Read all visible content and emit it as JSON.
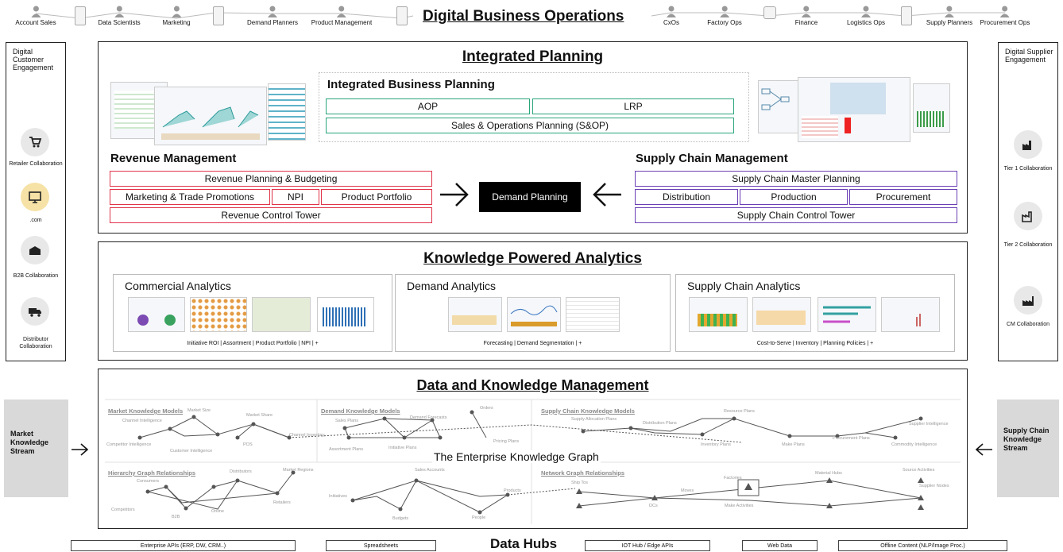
{
  "top_title": "Digital Business Operations",
  "personas_left": [
    "Account Sales",
    "Data Scientists",
    "Marketing",
    "Demand Planners",
    "Product Management"
  ],
  "personas_right": [
    "CxOs",
    "Factory Ops",
    "Finance",
    "Logistics Ops",
    "Supply Planners",
    "Procurement Ops"
  ],
  "left_side": {
    "title": "Digital Customer Engagement",
    "items": [
      "Retailer Collaboration",
      ".com",
      "B2B Collaboration",
      "Distributor Collaboration"
    ]
  },
  "right_side": {
    "title": "Digital Supplier Engagement",
    "items": [
      "Tier 1 Collaboration",
      "Tier 2 Collaboration",
      "CM Collaboration"
    ]
  },
  "integrated": {
    "title": "Integrated Planning",
    "ibp": {
      "title": "Integrated Business Planning",
      "aop": "AOP",
      "lrp": "LRP",
      "sop": "Sales & Operations Planning (S&OP)"
    },
    "revenue": {
      "title": "Revenue Management",
      "budgeting": "Revenue Planning & Budgeting",
      "trade": "Marketing & Trade Promotions",
      "npi": "NPI",
      "portfolio": "Product Portfolio",
      "control": "Revenue Control Tower"
    },
    "demand": "Demand Planning",
    "supply": {
      "title": "Supply Chain Management",
      "master": "Supply Chain Master Planning",
      "distribution": "Distribution",
      "production": "Production",
      "procurement": "Procurement",
      "control": "Supply Chain Control Tower"
    }
  },
  "analytics": {
    "title": "Knowledge Powered Analytics",
    "commercial": {
      "title": "Commercial Analytics",
      "foot": "Initiative ROI | Assortment | Product Portfolio | NPI | +"
    },
    "demand": {
      "title": "Demand Analytics",
      "foot": "Forecasting | Demand Segmentation | +"
    },
    "supply": {
      "title": "Supply Chain Analytics",
      "foot": "Cost-to-Serve | Inventory | Planning Policies | +"
    }
  },
  "dkm": {
    "title": "Data and Knowledge Management",
    "market_models": "Market Knowledge Models",
    "demand_models": "Demand Knowledge Models",
    "supply_models": "Supply Chain Knowledge Models",
    "hierarchy": "Hierarchy Graph Relationships",
    "network": "Network Graph Relationships",
    "center": "The Enterprise Knowledge Graph",
    "market_nodes": [
      "Channel Intelligence",
      "Market Size",
      "Market Share",
      "Competitor Intelligence",
      "Customer Intelligence",
      "POS",
      "Channel Inventory"
    ],
    "demand_nodes": [
      "Sales Plans",
      "Demand Forecasts",
      "Orders",
      "Assortment Plans",
      "Initiative Plans",
      "Pricing Plans"
    ],
    "supply_nodes": [
      "Supply Allocation Plans",
      "Distribution Plans",
      "Resource Plans",
      "Supplier Intelligence",
      "Inventory Plans",
      "Make Plans",
      "Procurement Plans",
      "Commodity Intelligence"
    ],
    "hier_nodes": [
      "Consumers",
      "Distributors",
      "Market Regions",
      "Sales Accounts",
      "Competitors",
      "B2B",
      "Online",
      "Retailers",
      "Initiatives",
      "Products",
      "Budgets",
      "People"
    ],
    "net_nodes": [
      "Ship Tos",
      "DCs",
      "Moves",
      "Factories",
      "Make Activities",
      "Material Hubs",
      "Source Activities",
      "Supplier Nodes"
    ]
  },
  "market_stream": "Market Knowledge Stream",
  "supply_stream": "Supply Chain Knowledge Stream",
  "hubs": {
    "title": "Data Hubs",
    "items": [
      "Enterprise APIs (ERP, DW, CRM..)",
      "Spreadsheets",
      "IOT Hub / Edge APIs",
      "Web Data",
      "Offline Content (NLP/Image Proc.)"
    ]
  }
}
